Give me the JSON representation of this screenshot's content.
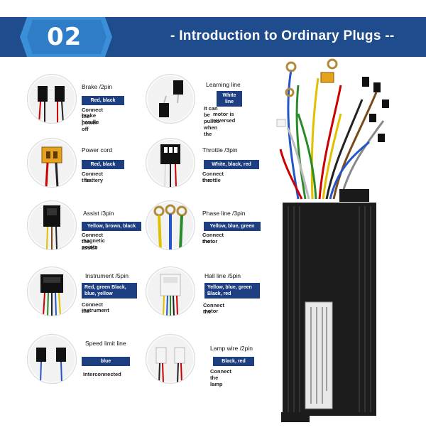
{
  "header": {
    "number": "02",
    "title": "- Introduction to Ordinary Plugs --"
  },
  "plugs": [
    {
      "title": "Brake /2pin",
      "colors": "Red, black",
      "desc": [
        "Connect the power-off",
        "brake handle"
      ]
    },
    {
      "title": "Learning line",
      "colors": "White line",
      "desc": [
        "It can be pulled when the",
        "motor is reversed"
      ]
    },
    {
      "title": "Power cord",
      "colors": "Red, black",
      "desc": [
        "Connect the",
        "battery"
      ]
    },
    {
      "title": "Throttle /3pin",
      "colors": "White, black, red",
      "desc": [
        "Connect the",
        "throttle"
      ]
    },
    {
      "title": "Assist /3pin",
      "colors": "Yellow, brown, black",
      "desc": [
        "Connect the assist",
        "magnetic points"
      ]
    },
    {
      "title": "Phase line /3pin",
      "colors": "Yellow, blue, green",
      "desc": [
        "Connect the",
        "motor"
      ]
    },
    {
      "title": "Instrument /5pin",
      "colors": "Red, green Black, blue, yellow",
      "desc": [
        "Connect the",
        "instrument"
      ]
    },
    {
      "title": "Hall line /5pin",
      "colors": "Yellow, blue, green Black, red",
      "desc": [
        "Connect the",
        "motor"
      ]
    },
    {
      "title": "Speed limit line",
      "colors": "blue",
      "desc": [
        "Interconnected",
        ""
      ]
    },
    {
      "title": "Lamp wire /2pin",
      "colors": "Black, red",
      "desc": [
        "Connect",
        "the lamp"
      ]
    }
  ],
  "icons": {
    "badge": "chevron-badge",
    "connector": "connector-icon",
    "controller": "controller-unit"
  }
}
